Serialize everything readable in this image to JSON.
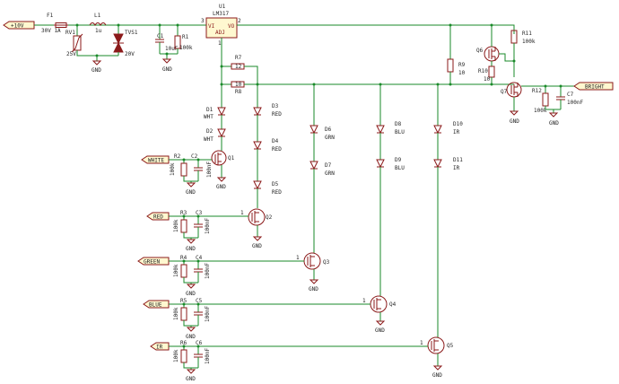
{
  "nets": {
    "vin": "+10V",
    "white": "WHITE",
    "red": "RED",
    "green": "GREEN",
    "blue": "BLUE",
    "ir": "IR",
    "bright": "BRIGHT",
    "gnd": "GND"
  },
  "components": {
    "F1": {
      "ref": "F1",
      "value": "30V 1A"
    },
    "L1": {
      "ref": "L1",
      "value": "1u"
    },
    "RV1": {
      "ref": "RV1",
      "value": "25V"
    },
    "TVS1": {
      "ref": "TVS1",
      "value": "20V"
    },
    "C1": {
      "ref": "C1",
      "value": "10uF"
    },
    "R1": {
      "ref": "R1",
      "value": "100k"
    },
    "U1": {
      "ref": "U1",
      "value": "LM317",
      "pin_vi": "VI",
      "pin_vo": "VO",
      "pin_adj": "ADJ"
    },
    "R7": {
      "ref": "R7",
      "value": "12"
    },
    "R8": {
      "ref": "R8",
      "value": "10"
    },
    "R9": {
      "ref": "R9",
      "value": "10"
    },
    "R10": {
      "ref": "R10",
      "value": "10"
    },
    "R11": {
      "ref": "R11",
      "value": "100k"
    },
    "R12": {
      "ref": "R12",
      "value": "100k"
    },
    "C7": {
      "ref": "C7",
      "value": "100nF"
    },
    "Q6": {
      "ref": "Q6"
    },
    "Q7": {
      "ref": "Q7"
    },
    "D1": {
      "ref": "D1",
      "value": "WHT"
    },
    "D2": {
      "ref": "D2",
      "value": "WHT"
    },
    "D3": {
      "ref": "D3",
      "value": "RED"
    },
    "D4": {
      "ref": "D4",
      "value": "RED"
    },
    "D5": {
      "ref": "D5",
      "value": "RED"
    },
    "D6": {
      "ref": "D6",
      "value": "GRN"
    },
    "D7": {
      "ref": "D7",
      "value": "GRN"
    },
    "D8": {
      "ref": "D8",
      "value": "BLU"
    },
    "D9": {
      "ref": "D9",
      "value": "BLU"
    },
    "D10": {
      "ref": "D10",
      "value": "IR"
    },
    "D11": {
      "ref": "D11",
      "value": "IR"
    },
    "Q1": {
      "ref": "Q1"
    },
    "Q2": {
      "ref": "Q2"
    },
    "Q3": {
      "ref": "Q3"
    },
    "Q4": {
      "ref": "Q4"
    },
    "Q5": {
      "ref": "Q5"
    },
    "R2": {
      "ref": "R2",
      "value": "100k"
    },
    "R3": {
      "ref": "R3",
      "value": "100k"
    },
    "R4": {
      "ref": "R4",
      "value": "100k"
    },
    "R5": {
      "ref": "R5",
      "value": "100k"
    },
    "R6": {
      "ref": "R6",
      "value": "100k"
    },
    "C2": {
      "ref": "C2",
      "value": "100nF"
    },
    "C3": {
      "ref": "C3",
      "value": "100nF"
    },
    "C4": {
      "ref": "C4",
      "value": "100nF"
    },
    "C5": {
      "ref": "C5",
      "value": "100nF"
    },
    "C6": {
      "ref": "C6",
      "value": "100nF"
    }
  },
  "pins": {
    "one": "1",
    "two": "2",
    "three": "3"
  }
}
